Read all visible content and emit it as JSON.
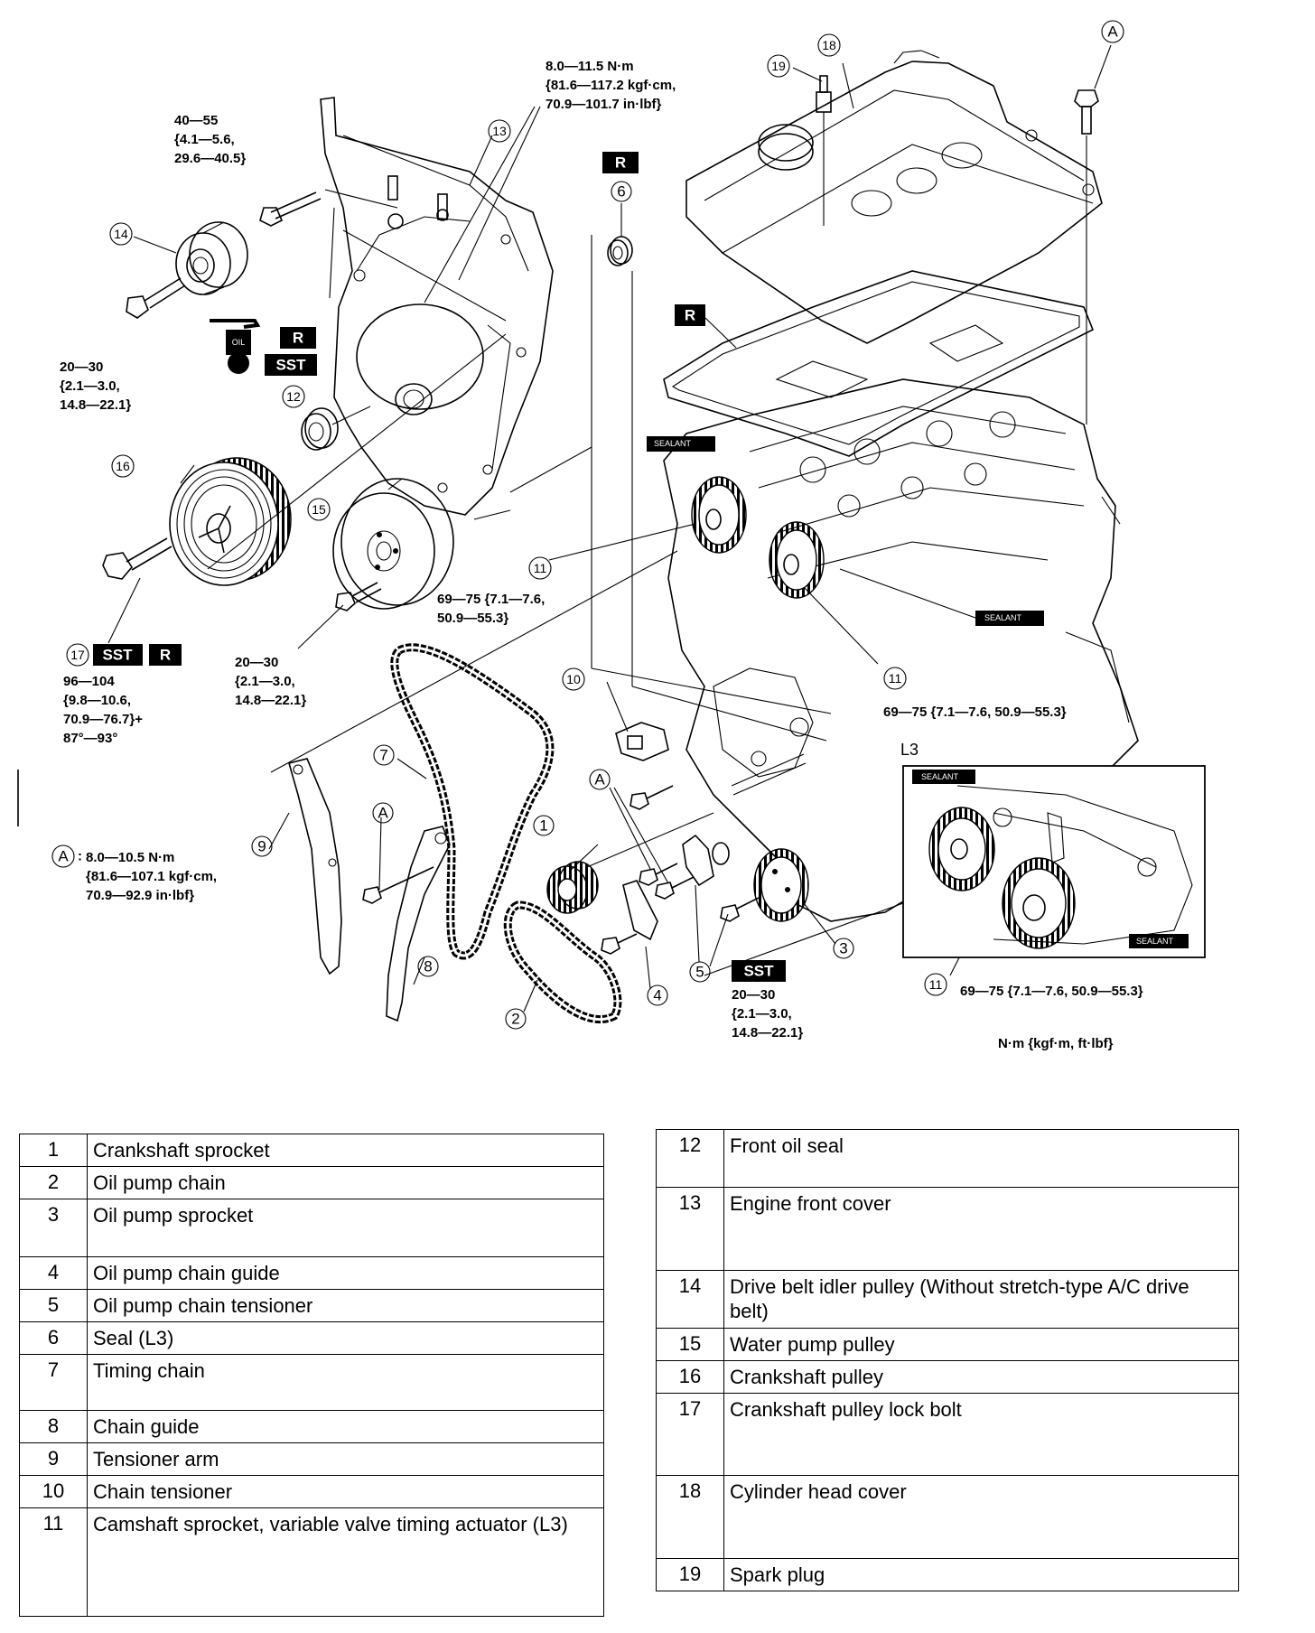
{
  "callouts": {
    "top_torque": [
      "8.0—11.5 N·m",
      "{81.6—117.2 kgf·cm,",
      "70.9—101.7 in·lbf}"
    ],
    "t40": [
      "40—55",
      "{4.1—5.6,",
      "29.6—40.5}"
    ],
    "t20a": [
      "20—30",
      "{2.1—3.0,",
      "14.8—22.1}"
    ],
    "t20b": [
      "20—30",
      "{2.1—3.0,",
      "14.8—22.1}"
    ],
    "t20c": [
      "20—30",
      "{2.1—3.0,",
      "14.8—22.1}"
    ],
    "t69a": [
      "69—75  {7.1—7.6,",
      "50.9—55.3}"
    ],
    "t69b": "69—75  {7.1—7.6, 50.9—55.3}",
    "t69c": "69—75  {7.1—7.6, 50.9—55.3}",
    "t96": [
      "96—104",
      "{9.8—10.6,",
      "70.9—76.7}+",
      "87°—93°"
    ],
    "tA": [
      "8.0—10.5 N·m",
      "{81.6—107.1 kgf·cm,",
      "70.9—92.9 in·lbf}"
    ],
    "units": "N·m {kgf·m, ft·lbf}",
    "inset_label": "L3",
    "tag_r": "R",
    "tag_sst": "SST",
    "tag_oil": "OIL",
    "tag_sealant": "SEALANT",
    "letter_a": "A",
    "a_colon": ":"
  },
  "numbers": [
    "1",
    "2",
    "3",
    "4",
    "5",
    "6",
    "7",
    "8",
    "9",
    "10",
    "11",
    "12",
    "13",
    "14",
    "15",
    "16",
    "17",
    "18",
    "19"
  ],
  "parts_left": [
    {
      "no": "1",
      "name": "Crankshaft sprocket"
    },
    {
      "no": "2",
      "name": "Oil pump chain"
    },
    {
      "no": "3",
      "name": "Oil pump sprocket"
    },
    {
      "no": "4",
      "name": "Oil pump chain guide"
    },
    {
      "no": "5",
      "name": "Oil pump chain tensioner"
    },
    {
      "no": "6",
      "name": "Seal (L3)"
    },
    {
      "no": "7",
      "name": "Timing chain"
    },
    {
      "no": "8",
      "name": "Chain guide"
    },
    {
      "no": "9",
      "name": "Tensioner arm"
    },
    {
      "no": "10",
      "name": "Chain tensioner"
    },
    {
      "no": "11",
      "name": "Camshaft sprocket, variable valve timing actuator (L3)"
    }
  ],
  "parts_right": [
    {
      "no": "12",
      "name": "Front oil seal"
    },
    {
      "no": "13",
      "name": "Engine front cover"
    },
    {
      "no": "14",
      "name": "Drive belt idler pulley (Without stretch-type A/C drive belt)"
    },
    {
      "no": "15",
      "name": "Water pump pulley"
    },
    {
      "no": "16",
      "name": "Crankshaft pulley"
    },
    {
      "no": "17",
      "name": "Crankshaft pulley lock bolt"
    },
    {
      "no": "18",
      "name": "Cylinder head cover"
    },
    {
      "no": "19",
      "name": "Spark plug"
    }
  ]
}
